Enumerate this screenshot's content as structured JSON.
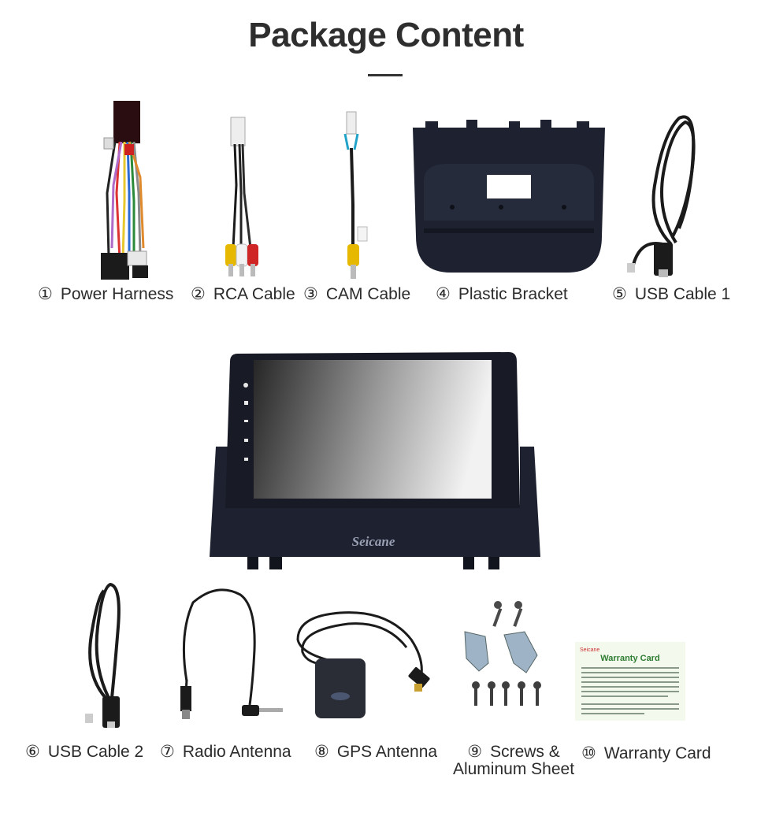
{
  "page": {
    "title": "Package Content"
  },
  "items": [
    {
      "number": "①",
      "label": "Power Harness"
    },
    {
      "number": "②",
      "label": "RCA Cable"
    },
    {
      "number": "③",
      "label": "CAM Cable"
    },
    {
      "number": "④",
      "label": "Plastic Bracket"
    },
    {
      "number": "⑤",
      "label": "USB Cable 1"
    },
    {
      "number": "⑥",
      "label": "USB Cable 2"
    },
    {
      "number": "⑦",
      "label": "Radio Antenna"
    },
    {
      "number": "⑧",
      "label": "GPS Antenna"
    },
    {
      "number": "⑨",
      "label_line1": "Screws &",
      "label_line2": "Aluminum Sheet"
    },
    {
      "number": "⑩",
      "label": "Warranty Card"
    }
  ],
  "main_unit": {
    "brand": "Seicane"
  },
  "warranty_card": {
    "brand": "Seicane",
    "heading": "Warranty Card"
  },
  "colors": {
    "title": "#2e2e2e",
    "dark_plastic": "#1e2230",
    "cable": "#1a1a1a",
    "card_green": "#2e7d32"
  }
}
